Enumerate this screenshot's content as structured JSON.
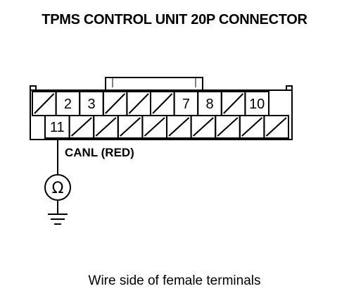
{
  "title": "TPMS CONTROL UNIT 20P CONNECTOR",
  "caption": "Wire side of female terminals",
  "connector": {
    "top_row": [
      {
        "pin": "",
        "empty": true
      },
      {
        "pin": "2",
        "empty": false
      },
      {
        "pin": "3",
        "empty": false
      },
      {
        "pin": "",
        "empty": true
      },
      {
        "pin": "",
        "empty": true
      },
      {
        "pin": "",
        "empty": true
      },
      {
        "pin": "7",
        "empty": false
      },
      {
        "pin": "8",
        "empty": false
      },
      {
        "pin": "",
        "empty": true
      },
      {
        "pin": "10",
        "empty": false
      }
    ],
    "bottom_row": [
      {
        "pin": "11",
        "empty": false
      },
      {
        "pin": "",
        "empty": true
      },
      {
        "pin": "",
        "empty": true
      },
      {
        "pin": "",
        "empty": true
      },
      {
        "pin": "",
        "empty": true
      },
      {
        "pin": "",
        "empty": true
      },
      {
        "pin": "",
        "empty": true
      },
      {
        "pin": "",
        "empty": true
      },
      {
        "pin": "",
        "empty": true
      },
      {
        "pin": "",
        "empty": true
      }
    ]
  },
  "wire": {
    "pin": "11",
    "label": "CANL (RED)"
  },
  "meter": {
    "symbol": "Ω",
    "icon": "ohmmeter-icon"
  },
  "ground": {
    "icon": "ground-icon"
  }
}
